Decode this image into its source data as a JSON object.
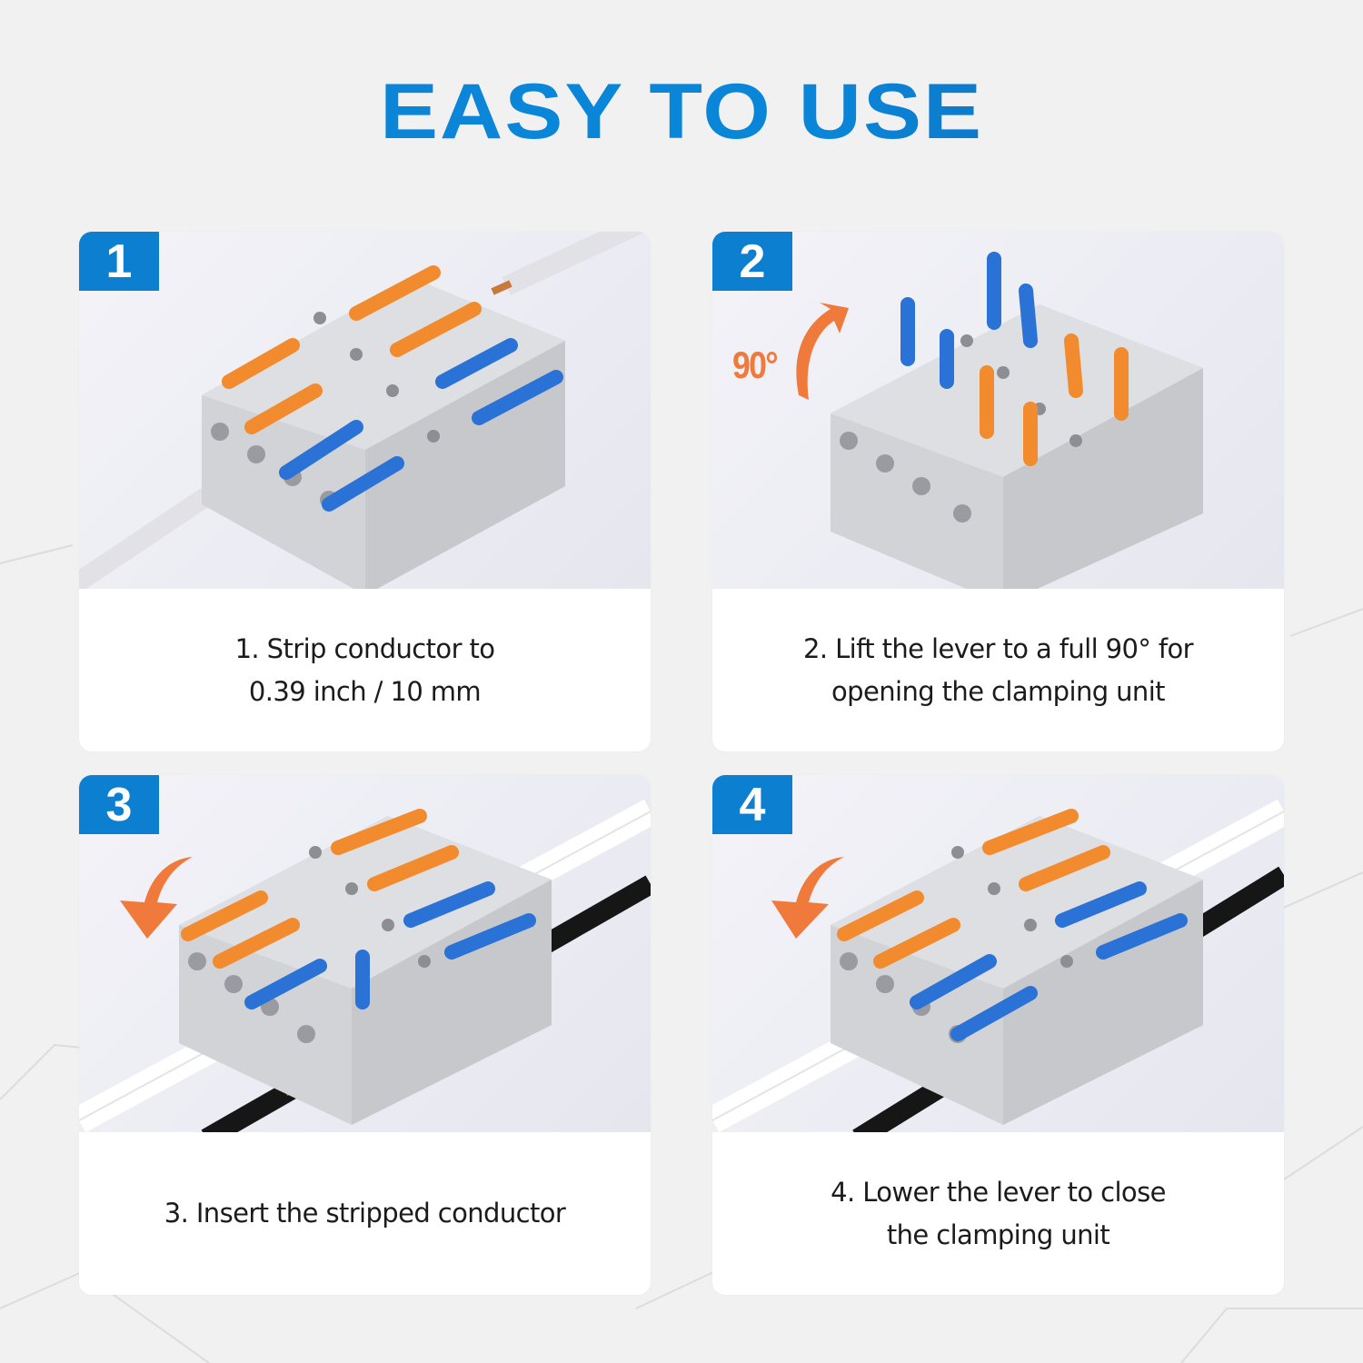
{
  "page": {
    "title": "EASY TO USE",
    "colors": {
      "title_blue": "#0b85d8",
      "badge_blue": "#0d7fd0",
      "lever_orange": "#f28b2d",
      "lever_blue": "#2a72d6",
      "arrow_orange": "#f07a3c",
      "housing_gray": "#cfd0d3",
      "background": "#f1f1f2"
    }
  },
  "steps": [
    {
      "badge": "1",
      "image_alt": "Connector with levers closed and stripped wire beside it",
      "caption_lines": [
        "1. Strip conductor to",
        "0.39 inch / 10 mm"
      ]
    },
    {
      "badge": "2",
      "image_alt": "Connector with all levers lifted 90 degrees",
      "annotation": "90°",
      "icon": "curved-arrow-up-icon",
      "caption_lines": [
        "2. Lift the lever to a full 90° for",
        "opening the clamping unit"
      ]
    },
    {
      "badge": "3",
      "image_alt": "Stripped wires inserted into connector",
      "icon": "curved-arrow-down-icon",
      "caption_lines": [
        "3. Insert the stripped conductor"
      ]
    },
    {
      "badge": "4",
      "image_alt": "Levers lowered closing the connector on wires",
      "icon": "curved-arrow-down-icon",
      "caption_lines": [
        "4. Lower the lever to close",
        "the clamping unit"
      ]
    }
  ]
}
